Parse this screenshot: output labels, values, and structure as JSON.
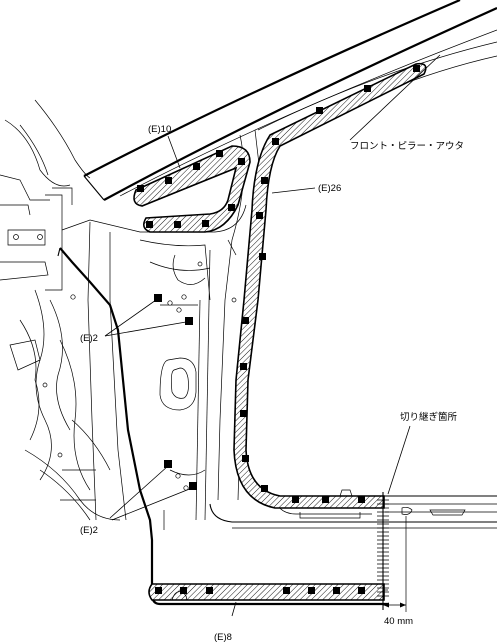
{
  "labels": {
    "e10": "(E)10",
    "e26": "(E)26",
    "e2_upper": "(E)2",
    "e2_lower": "(E)2",
    "e8": "(E)8",
    "front_pillar_outer": "フロント・ピラー・アウタ",
    "cut_location": "切り継ぎ箇所",
    "dimension": "40 mm"
  }
}
